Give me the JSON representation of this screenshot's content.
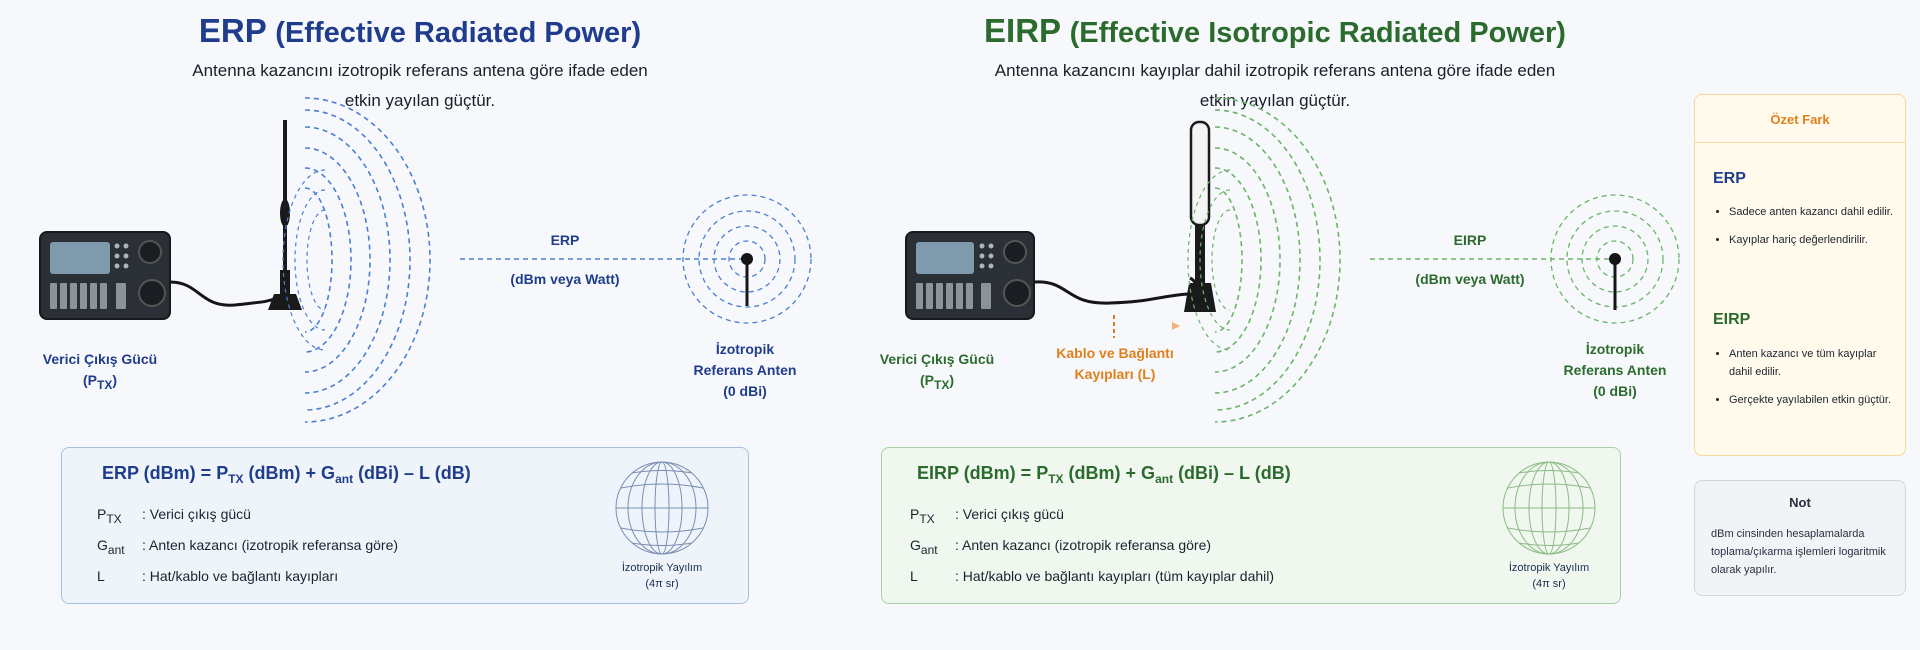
{
  "erp": {
    "title_abbr": "ERP",
    "title_full": "(Effective Radiated Power)",
    "desc_line1": "Antenna kazancını izotropik referans antena göre ifade eden",
    "desc_line2": "etkin yayılan güçtür.",
    "tx_label_line1": "Verici Çıkış Gücü",
    "tx_label_line2": "(P",
    "tx_label_sub": "TX",
    "tx_label_close": ")",
    "beam_label": "ERP",
    "beam_unit": "(dBm veya Watt)",
    "iso_line1": "İzotropik",
    "iso_line2": "Referans Anten",
    "iso_line3": "(0 dBi)",
    "formula": {
      "lhs": "ERP (dBm) = P",
      "p_sub": "TX",
      "mid1": " (dBm) + G",
      "g_sub": "ant",
      "mid2": " (dBi) – L (dB)"
    },
    "defs": [
      {
        "sym": "P",
        "sub": "TX",
        "txt": ": Verici çıkış gücü"
      },
      {
        "sym": "G",
        "sub": "ant",
        "txt": ": Anten kazancı (izotropik referansa göre)"
      },
      {
        "sym": "L",
        "sub": "",
        "txt": ": Hat/kablo ve bağlantı kayıpları"
      }
    ],
    "globe_line1": "İzotropik Yayılım",
    "globe_line2": "(4π sr)"
  },
  "eirp": {
    "title_abbr": "EIRP",
    "title_full": "(Effective Isotropic Radiated Power)",
    "desc_line1": "Antenna kazancını kayıplar dahil izotropik referans antena göre ifade eden",
    "desc_line2": "etkin yayılan güçtür.",
    "tx_label_line1": "Verici Çıkış Gücü",
    "tx_label_line2": "(P",
    "tx_label_sub": "TX",
    "tx_label_close": ")",
    "cable_line1": "Kablo ve Bağlantı",
    "cable_line2": "Kayıpları (L)",
    "beam_label": "EIRP",
    "beam_unit": "(dBm veya Watt)",
    "iso_line1": "İzotropik",
    "iso_line2": "Referans Anten",
    "iso_line3": "(0 dBi)",
    "formula": {
      "lhs": "EIRP (dBm) = P",
      "p_sub": "TX",
      "mid1": " (dBm) + G",
      "g_sub": "ant",
      "mid2": " (dBi) – L (dB)"
    },
    "defs": [
      {
        "sym": "P",
        "sub": "TX",
        "txt": ": Verici çıkış gücü"
      },
      {
        "sym": "G",
        "sub": "ant",
        "txt": ": Anten kazancı (izotropik referansa göre)"
      },
      {
        "sym": "L",
        "sub": "",
        "txt": ": Hat/kablo ve bağlantı kayıpları (tüm kayıplar dahil)"
      }
    ],
    "globe_line1": "İzotropik Yayılım",
    "globe_line2": "(4π sr)"
  },
  "summary": {
    "title": "Özet Fark",
    "erp_heading": "ERP",
    "erp_points": [
      "Sadece anten kazancı dahil edilir.",
      "Kayıplar hariç değerlendirilir."
    ],
    "eirp_heading": "EIRP",
    "eirp_points": [
      "Anten kazancı ve tüm kayıplar dahil edilir.",
      "Gerçekte yayılabilen etkin güçtür."
    ]
  },
  "note": {
    "title": "Not",
    "text": "dBm cinsinden hesaplamalarda toplama/çıkarma işlemleri logaritmik olarak yapılır."
  },
  "colors": {
    "erp_primary": "#1f3d8c",
    "erp_wave": "#4d7fd0",
    "eirp_primary": "#2c6b2e",
    "eirp_wave": "#6cb46a",
    "loss_accent": "#e0801c"
  }
}
